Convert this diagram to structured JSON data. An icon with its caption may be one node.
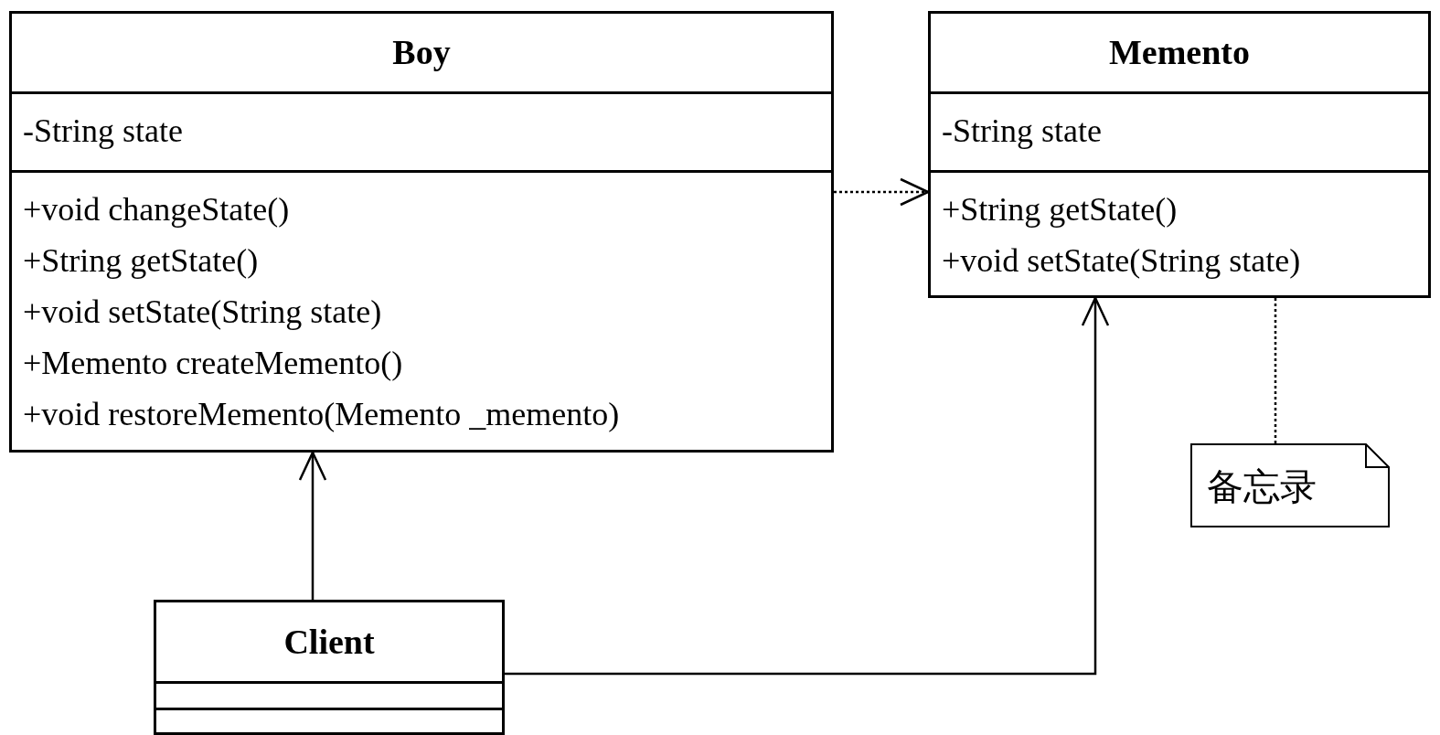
{
  "diagram": {
    "nodes": [
      {
        "text": [
          "Boy",
          "-String state",
          "+void changeState()",
          "+String getState()",
          "+void setState(String state)",
          "+Memento createMemento()",
          "+void restoreMemento(Memento _memento)"
        ]
      },
      {
        "text": [
          "Memento",
          "-String state",
          "+String getState()",
          "+void setState(String state)"
        ]
      },
      {
        "text": [
          "备忘录"
        ]
      },
      {
        "text": [
          "Client"
        ]
      }
    ],
    "edges": [
      {
        "from": 0,
        "to": 1,
        "arrow": "to",
        "style": "dashed"
      },
      {
        "from": 3,
        "to": 0,
        "arrow": "to"
      },
      {
        "from": 3,
        "to": 1,
        "arrow": "to"
      },
      {
        "from": 1,
        "to": 2,
        "arrow": "none",
        "style": "dashed"
      }
    ]
  }
}
